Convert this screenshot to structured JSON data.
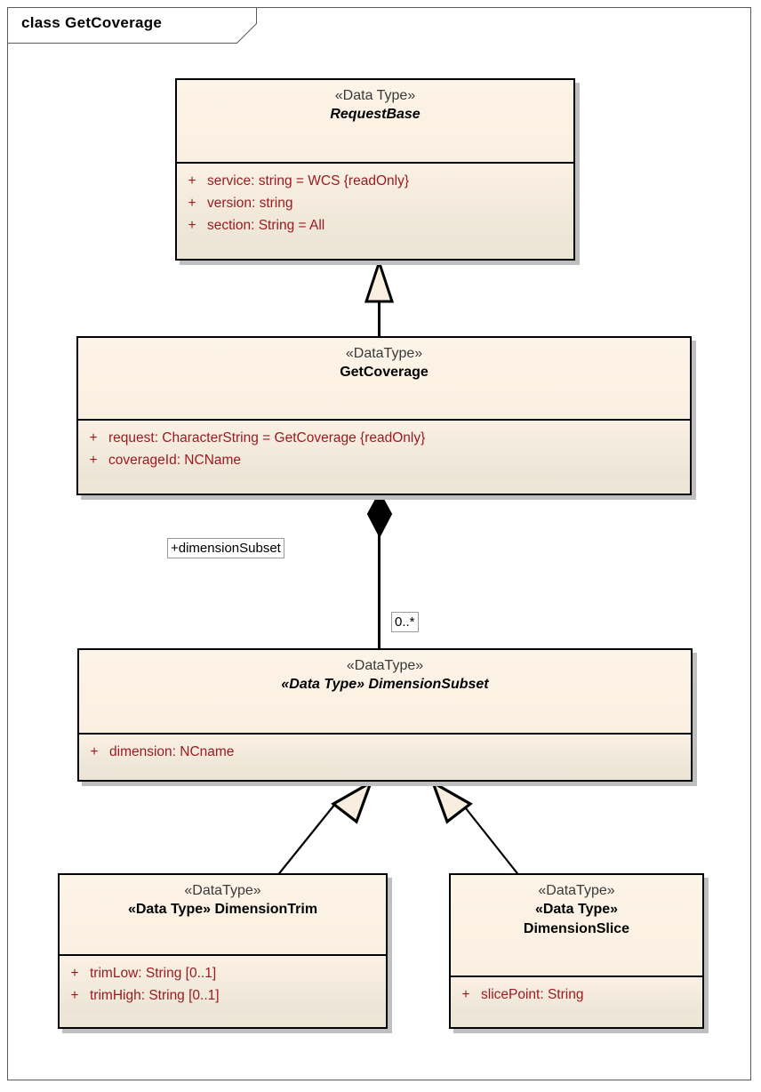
{
  "diagram": {
    "frame_title": "class GetCoverage",
    "colors": {
      "box_fill_top": "#fcf3e6",
      "box_fill_bottom": "#ece4d5",
      "box_border": "#000000",
      "shadow": "#bfbfbf",
      "attribute_text": "#9a1b20",
      "stereotype_text": "#3a3a3a",
      "frame_border": "#5a5a5a"
    },
    "classes": [
      {
        "id": "request-base",
        "stereotype": "«Data Type»",
        "name": "RequestBase",
        "name_italic": true,
        "attributes": [
          {
            "visibility": "+",
            "text": "service:  string = WCS {readOnly}"
          },
          {
            "visibility": "+",
            "text": "version:  string"
          },
          {
            "visibility": "+",
            "text": "section:  String = All"
          }
        ]
      },
      {
        "id": "get-coverage",
        "stereotype": "«DataType»",
        "name": "GetCoverage",
        "name_italic": false,
        "attributes": [
          {
            "visibility": "+",
            "text": "request:  CharacterString = GetCoverage {readOnly}"
          },
          {
            "visibility": "+",
            "text": "coverageId:  NCName"
          }
        ]
      },
      {
        "id": "dimension-subset",
        "stereotype": "«DataType»",
        "name": "«Data Type» DimensionSubset",
        "name_italic": true,
        "attributes": [
          {
            "visibility": "+",
            "text": "dimension:  NCname"
          }
        ]
      },
      {
        "id": "dimension-trim",
        "stereotype": "«DataType»",
        "name": "«Data Type» DimensionTrim",
        "name_italic": false,
        "attributes": [
          {
            "visibility": "+",
            "text": "trimLow:  String [0..1]"
          },
          {
            "visibility": "+",
            "text": "trimHigh:  String [0..1]"
          }
        ]
      },
      {
        "id": "dimension-slice",
        "stereotype": "«DataType»",
        "name_line1": "«Data Type»",
        "name_line2": "DimensionSlice",
        "name": "«Data Type» DimensionSlice",
        "name_italic": false,
        "attributes": [
          {
            "visibility": "+",
            "text": "slicePoint:  String"
          }
        ]
      }
    ],
    "relationships": [
      {
        "id": "generalization-getcoverage-requestbase",
        "type": "generalization",
        "source": "GetCoverage",
        "target": "RequestBase"
      },
      {
        "id": "composition-getcoverage-dimensionsubset",
        "type": "composition",
        "source": "GetCoverage",
        "target": "DimensionSubset",
        "role_label": "+dimensionSubset",
        "multiplicity_label": "0..*"
      },
      {
        "id": "generalization-dimensiontrim-dimensionsubset",
        "type": "generalization",
        "source": "DimensionTrim",
        "target": "DimensionSubset"
      },
      {
        "id": "generalization-dimensionslice-dimensionsubset",
        "type": "generalization",
        "source": "DimensionSlice",
        "target": "DimensionSubset"
      }
    ]
  }
}
